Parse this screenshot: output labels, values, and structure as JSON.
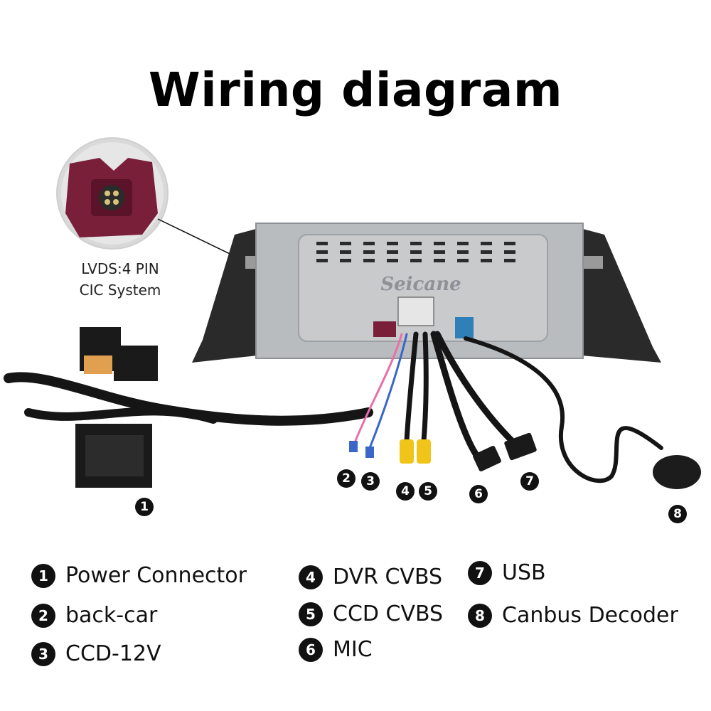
{
  "title": "Wiring diagram",
  "brand": "Seicane",
  "lvds": {
    "line1": "LVDS:4 PIN",
    "line2": "CIC System"
  },
  "badges": [
    "1",
    "2",
    "3",
    "4",
    "5",
    "6",
    "7",
    "8"
  ],
  "legend": [
    {
      "num": "1",
      "label": "Power Connector"
    },
    {
      "num": "2",
      "label": "back-car"
    },
    {
      "num": "3",
      "label": "CCD-12V"
    },
    {
      "num": "4",
      "label": "DVR CVBS"
    },
    {
      "num": "5",
      "label": "CCD CVBS"
    },
    {
      "num": "6",
      "label": "MIC"
    },
    {
      "num": "7",
      "label": "USB"
    },
    {
      "num": "8",
      "label": "Canbus Decoder"
    }
  ],
  "colors": {
    "unit_body": "#b9bcbf",
    "bracket": "#2a2a2a",
    "lvds_connector": "#7a1f3a",
    "fakra_blue": "#2f7fb8",
    "rca_yellow": "#f0c419",
    "cable": "#151515",
    "wire_pink": "#e86fa8",
    "wire_blue": "#3a66c9",
    "badge": "#111111"
  }
}
